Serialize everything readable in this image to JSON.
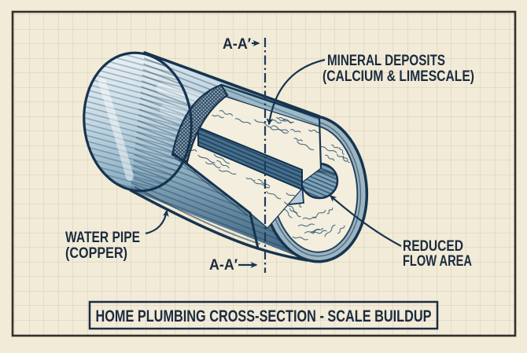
{
  "labels": {
    "section_top": "A-A′",
    "section_bottom": "A-A′",
    "mineral_1": "MINERAL DEPOSITS",
    "mineral_2": "(CALCIUM & LIMESCALE)",
    "water_1": "WATER PIPE",
    "water_2": "(COPPER)",
    "reduced_1": "REDUCED",
    "reduced_2": "FLOW AREA"
  },
  "title": "HOME PLUMBING CROSS-SECTION - SCALE BUILDUP",
  "colors": {
    "paper": "#f2ebd8",
    "grid": "#c9c1ac",
    "ink": "#1b2b3e",
    "pipe_outline": "#17344f",
    "pipe_light": "#dce9ee",
    "pipe_mid": "#8fb2c4",
    "pipe_dark": "#5d89a4",
    "pipe_wall": "#9cb5c2",
    "deposit": "#f3eedd",
    "channel": "#446f8e"
  }
}
